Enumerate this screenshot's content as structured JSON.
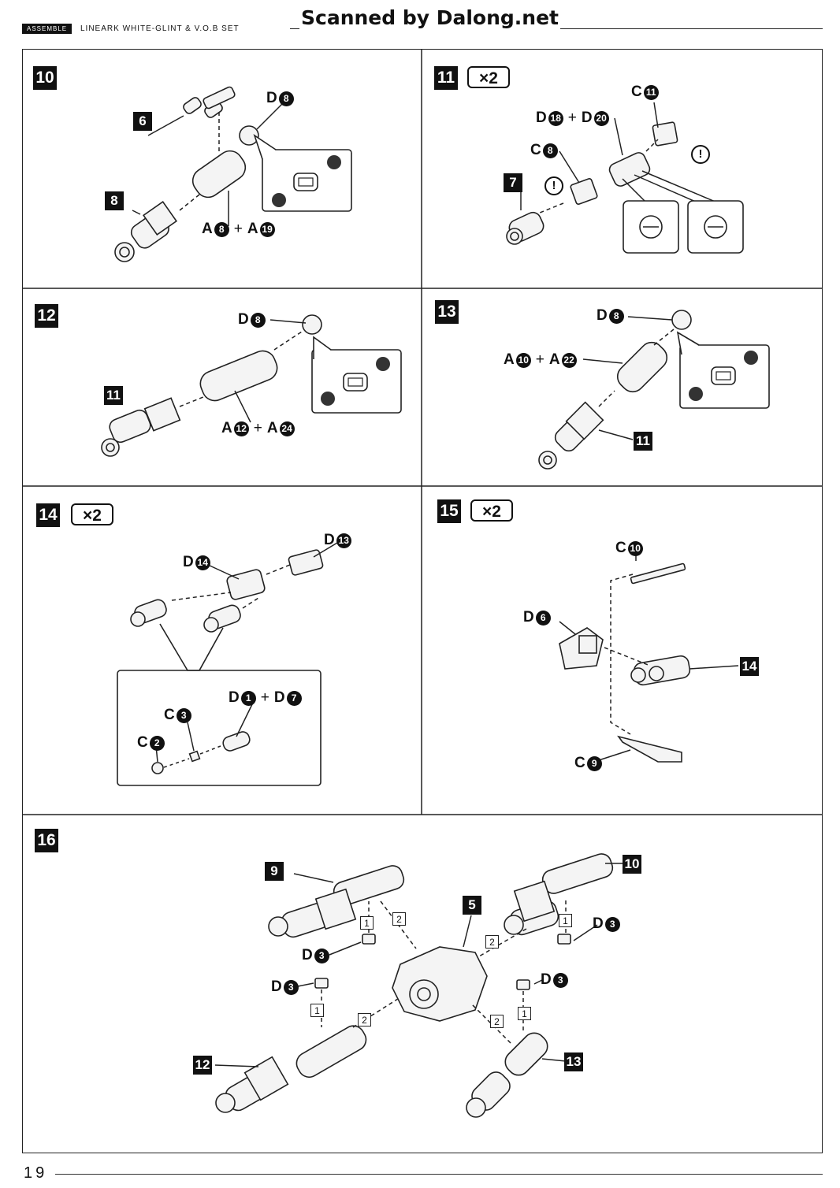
{
  "header": {
    "section_tag": "ASSEMBLE",
    "product_title": "LINEARK WHITE-GLINT & V.O.B SET",
    "watermark": "Scanned by Dalong.net"
  },
  "steps": [
    {
      "number": "10",
      "callouts": {
        "d8_letter": "D",
        "d8_num": "8",
        "a_l1": "A",
        "a_n1": "8",
        "a_plus": "+",
        "a_l2": "A",
        "a_n2": "19"
      },
      "refs": [
        "6",
        "8"
      ]
    },
    {
      "number": "11",
      "quantity": "×2",
      "callouts": {
        "c11_l": "C",
        "c11_n": "11",
        "d_l1": "D",
        "d_n1": "18",
        "d_plus": "+",
        "d_l2": "D",
        "d_n2": "20",
        "c8_l": "C",
        "c8_n": "8"
      },
      "refs": [
        "7"
      ],
      "notice": "!"
    },
    {
      "number": "12",
      "callouts": {
        "d8_letter": "D",
        "d8_num": "8",
        "a_l1": "A",
        "a_n1": "12",
        "a_plus": "+",
        "a_l2": "A",
        "a_n2": "24"
      },
      "refs": [
        "11"
      ]
    },
    {
      "number": "13",
      "callouts": {
        "d8_letter": "D",
        "d8_num": "8",
        "a_l1": "A",
        "a_n1": "10",
        "a_plus": "+",
        "a_l2": "A",
        "a_n2": "22"
      },
      "refs": [
        "11"
      ]
    },
    {
      "number": "14",
      "quantity": "×2",
      "callouts": {
        "d14_l": "D",
        "d14_n": "14",
        "d13_l": "D",
        "d13_n": "13",
        "d_l1": "D",
        "d_n1": "1",
        "d_plus": "+",
        "d_l2": "D",
        "d_n2": "7",
        "c3_l": "C",
        "c3_n": "3",
        "c2_l": "C",
        "c2_n": "2"
      }
    },
    {
      "number": "15",
      "quantity": "×2",
      "callouts": {
        "c10_l": "C",
        "c10_n": "10",
        "d6_l": "D",
        "d6_n": "6",
        "c9_l": "C",
        "c9_n": "9"
      },
      "refs": [
        "14"
      ]
    },
    {
      "number": "16",
      "callouts": {
        "d3_l": "D",
        "d3_n": "3"
      },
      "refs": [
        "9",
        "10",
        "5",
        "12",
        "13"
      ],
      "order_marks": [
        "1",
        "2"
      ]
    }
  ],
  "footer": {
    "page_number": "19"
  }
}
